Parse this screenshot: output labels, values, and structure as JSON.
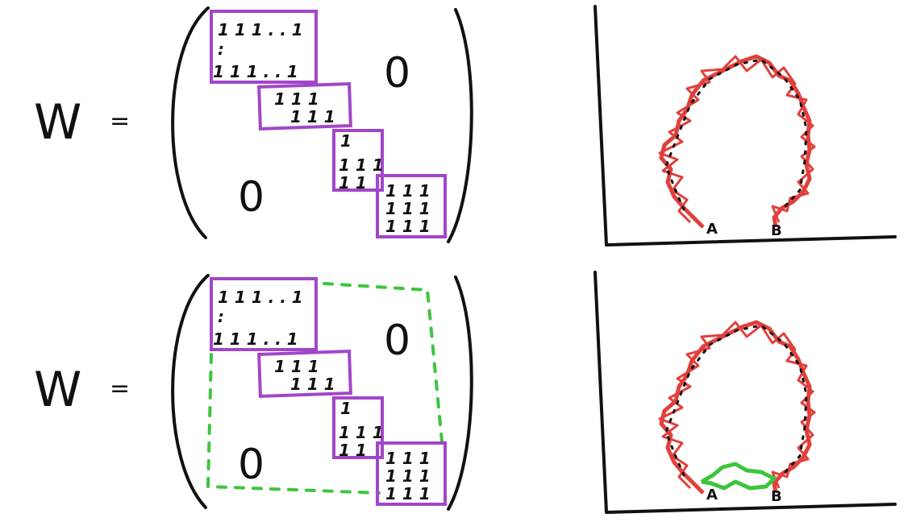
{
  "colors": {
    "ink": "#111111",
    "block": "#a246c8",
    "loop": "#e0403c",
    "link": "#3ec43e"
  },
  "matrix_top": {
    "lhs": "W",
    "equals": "=",
    "zero_upper": "0",
    "zero_lower": "0",
    "block1_row1": "1 1 1 . . 1",
    "block1_dots": ":",
    "block1_row3": "1 1 1 . . 1",
    "block2_row1": "1 1 1",
    "block2_row2": "1 1 1",
    "block3_row1": "1",
    "block3_row2": "1 1 1",
    "block3_row3": "1 1",
    "block4_row1": "1 1 1",
    "block4_row2": "1 1 1",
    "block4_row3": "1 1 1"
  },
  "matrix_bottom": {
    "lhs": "W",
    "equals": "=",
    "zero_upper": "0",
    "zero_lower": "0",
    "block1_row1": "1 1 1 . . 1",
    "block1_dots": ":",
    "block1_row3": "1 1 1 . . 1",
    "block2_row1": "1 1 1",
    "block2_row2": "1 1 1",
    "block3_row1": "1",
    "block3_row2": "1 1 1",
    "block3_row3": "1 1",
    "block4_row1": "1 1 1",
    "block4_row2": "1 1 1",
    "block4_row3": "1 1 1"
  },
  "loop_top": {
    "label_a": "A",
    "label_b": "B"
  },
  "loop_bottom": {
    "label_a": "A",
    "label_b": "B"
  }
}
